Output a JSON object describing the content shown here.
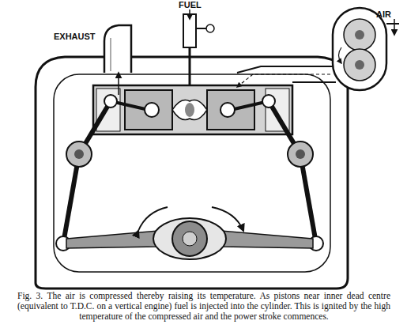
{
  "diagram": {
    "caption": "Fig. 3. The air is compressed thereby raising its temperature. As pistons near inner dead centre (equivalent to T.D.C. on a vertical engine) fuel is injected into the cylinder. This is ignited by the high temperature of the compressed air and the power stroke commences.",
    "labels": [
      "EXHAUST",
      "FUEL",
      "AIR"
    ]
  }
}
